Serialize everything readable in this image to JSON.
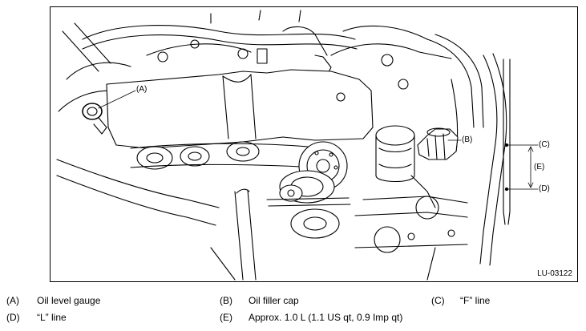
{
  "callouts": {
    "a": "(A)",
    "b": "(B)",
    "c": "(C)",
    "d": "(D)",
    "e": "(E)"
  },
  "figure_id": "LU-03122",
  "legend": [
    {
      "key": "(A)",
      "text": "Oil level gauge"
    },
    {
      "key": "(B)",
      "text": "Oil filler cap"
    },
    {
      "key": "(C)",
      "text": "“F” line"
    },
    {
      "key": "(D)",
      "text": "“L” line"
    },
    {
      "key": "(E)",
      "text": "Approx. 1.0 L (1.1 US qt, 0.9 Imp qt)"
    }
  ]
}
